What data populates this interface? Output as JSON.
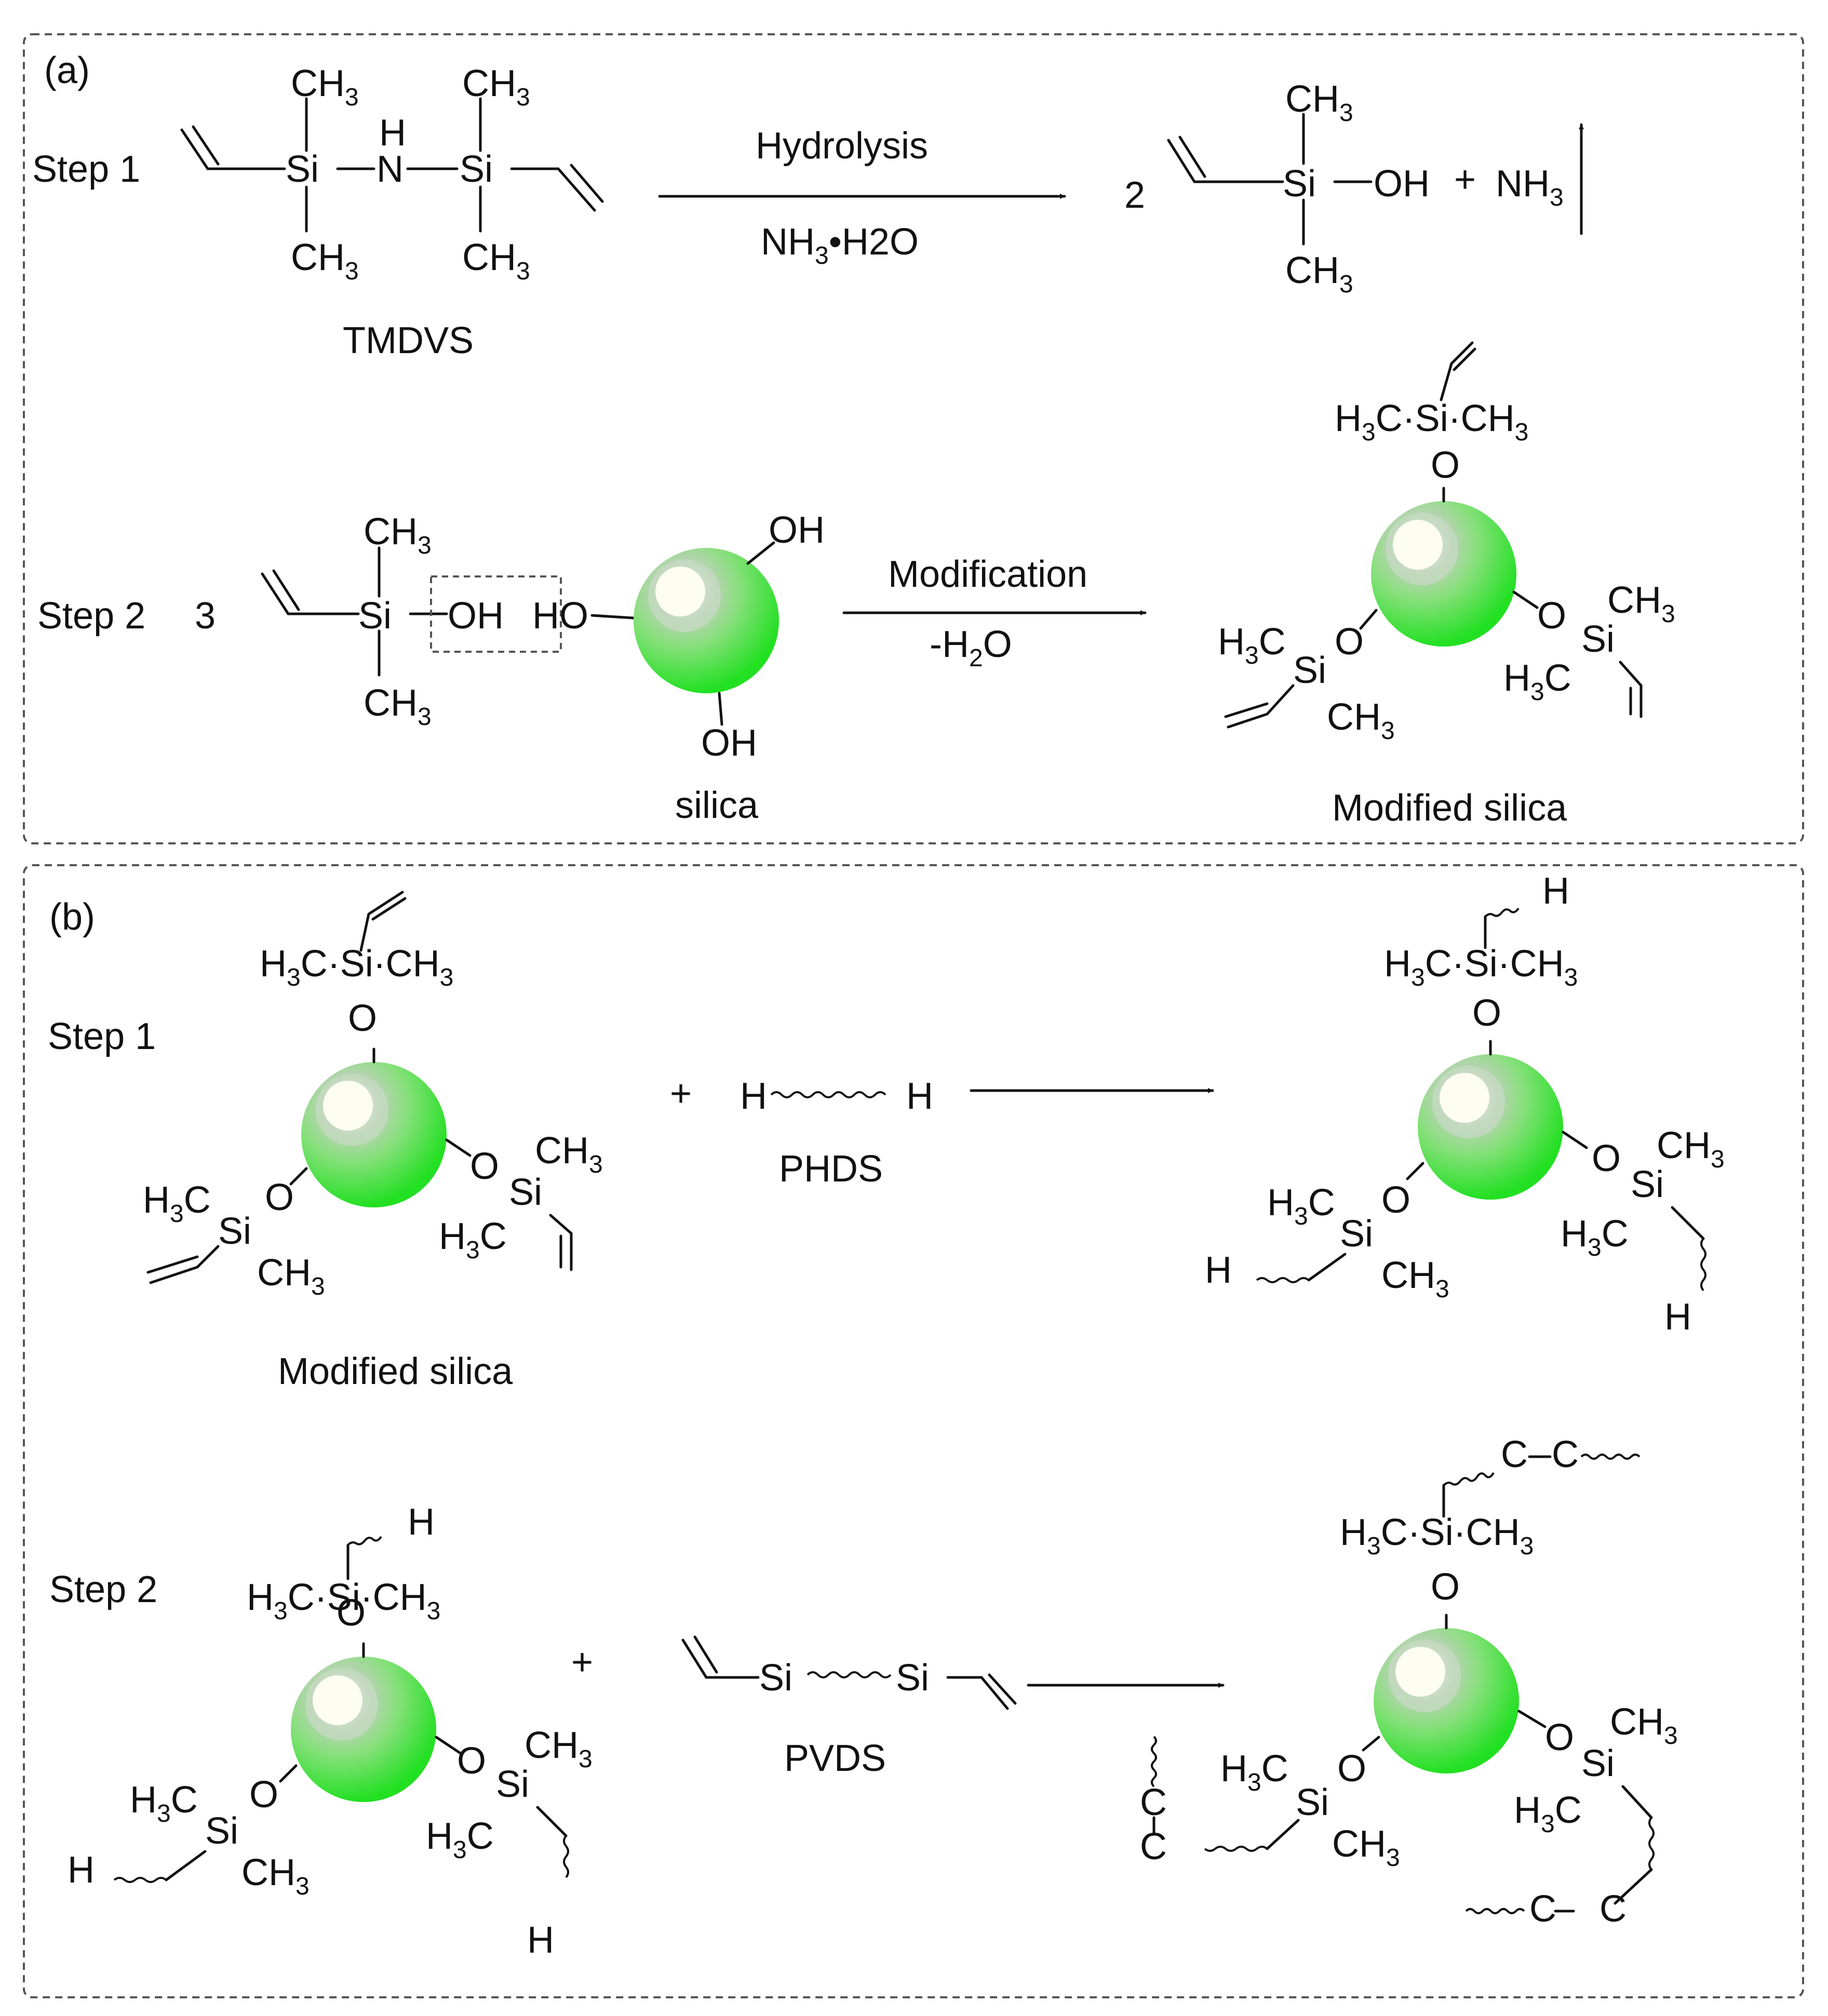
{
  "panels": {
    "a": {
      "label": "(a)",
      "step1": {
        "label": "Step 1",
        "reactant_name": "TMDVS",
        "arrow_top": "Hydrolysis",
        "arrow_bottom": "NH3•H2O",
        "coef": "2",
        "plus": "+",
        "byproduct": "NH3"
      },
      "step2": {
        "label": "Step 2",
        "coef": "3",
        "arrow_top": "Modification",
        "arrow_bottom": "-H2O",
        "silica_name": "silica",
        "product_name": "Modified silica"
      }
    },
    "b": {
      "label": "(b)",
      "step1": {
        "label": "Step 1",
        "reactant_name": "Modified silica",
        "plus": "+",
        "reagent_name": "PHDS"
      },
      "step2": {
        "label": "Step 2",
        "plus": "+",
        "reagent_name": "PVDS"
      }
    }
  },
  "atoms": {
    "Si": "Si",
    "N": "N",
    "H": "H",
    "O": "O",
    "OH": "OH",
    "HO": "HO",
    "CH3": "CH",
    "H3C": "H",
    "C": "C",
    "three": "3",
    "sub_C": "C",
    "two": "2"
  },
  "colors": {
    "sphere_outer": "#33e633",
    "sphere_mid": "#a8d8a8",
    "sphere_highlight": "#fbfbf0",
    "border": "#555555"
  }
}
